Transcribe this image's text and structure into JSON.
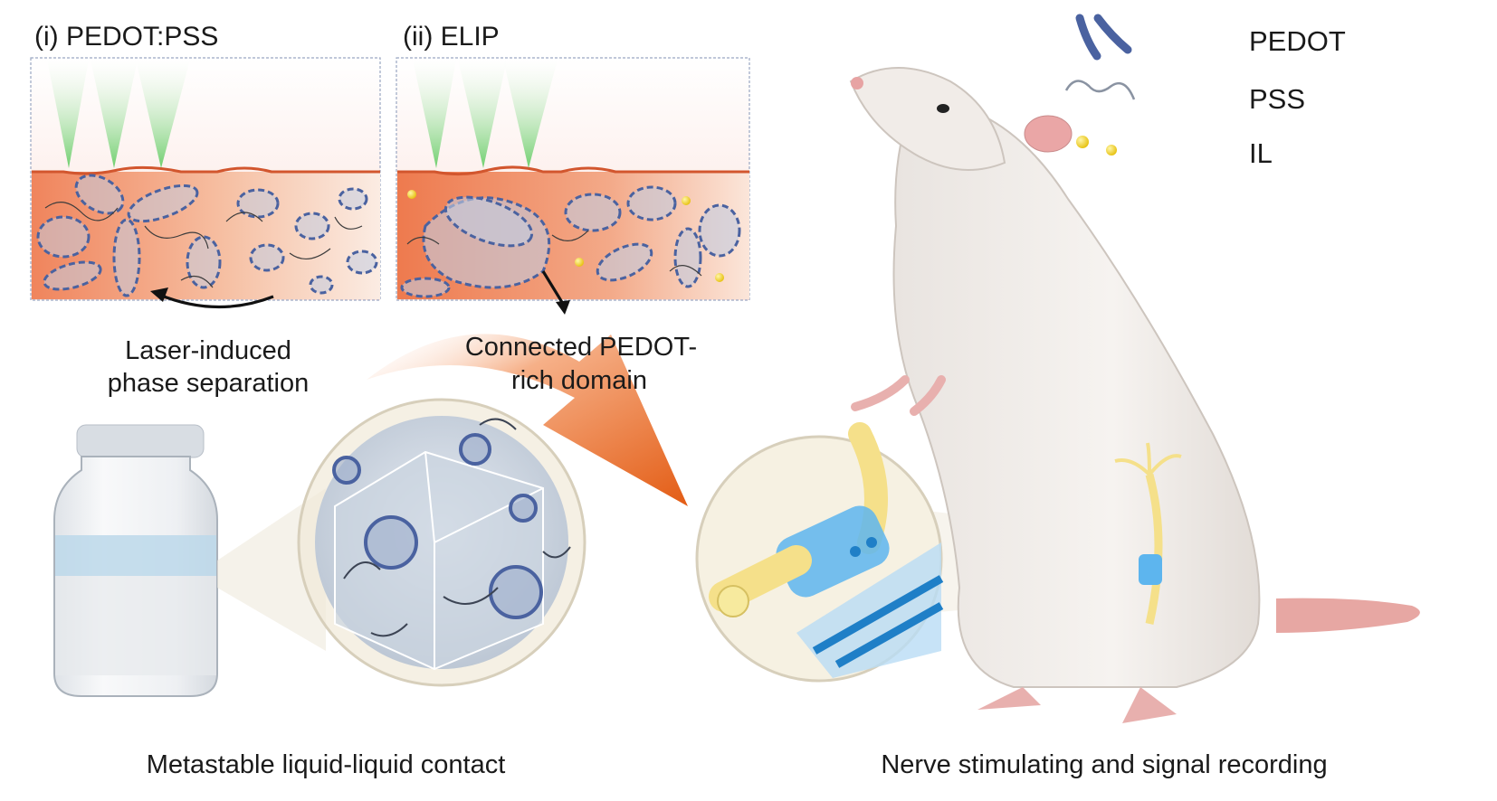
{
  "panels": {
    "pedot_pss": {
      "title": "(i) PEDOT:PSS"
    },
    "elip": {
      "title": "(ii) ELIP"
    }
  },
  "annotations": {
    "phase_separation": {
      "line1": "Laser-induced",
      "line2": "phase separation"
    },
    "pedot_domain": {
      "line1": "Connected PEDOT-",
      "line2": "rich domain"
    }
  },
  "legend": [
    {
      "label": "PEDOT",
      "icon": "pedot-chain-icon",
      "color": "#4a62a0"
    },
    {
      "label": "PSS",
      "icon": "pss-strand-icon",
      "color": "#9aa3b0"
    },
    {
      "label": "IL",
      "icon": "il-droplet-icon",
      "color": "#f2d21c"
    }
  ],
  "captions": {
    "vial": "Metastable liquid-liquid contact",
    "rat": "Nerve stimulating and signal recording"
  },
  "colors": {
    "substrate": "#f0825a",
    "laser": "#6ccf6c",
    "pedot": "#4a62a0",
    "pss": "#8a93a2",
    "ionic_liquid": "#f2d21c",
    "arrow": "#e8641a",
    "electrode": "#3ba3e0",
    "nerve": "#f5e08a"
  }
}
